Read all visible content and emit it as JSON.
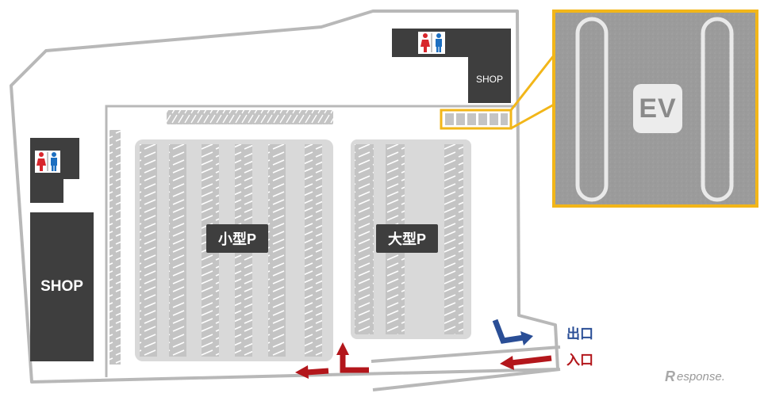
{
  "labels": {
    "shop_small": "SHOP",
    "shop_large": "SHOP",
    "small_parking": "小型P",
    "large_parking": "大型P",
    "ev": "EV",
    "exit": "出口",
    "entrance": "入口"
  },
  "watermark": {
    "r": "R",
    "rest": "esponse."
  },
  "icons": {
    "restroom_top": "restroom-icon",
    "restroom_left": "restroom-icon",
    "exit_arrow": "exit-arrow-icon",
    "entry_arrows": "entry-arrow-icon"
  },
  "colors": {
    "outline": "#b8b8b8",
    "parking_area": "#d9d9d9",
    "building": "#3e3e3e",
    "ev_frame": "#f2b619",
    "exit": "#2a4e96",
    "entry": "#b3161b",
    "female": "#d8262c",
    "male": "#1d6fc0"
  }
}
